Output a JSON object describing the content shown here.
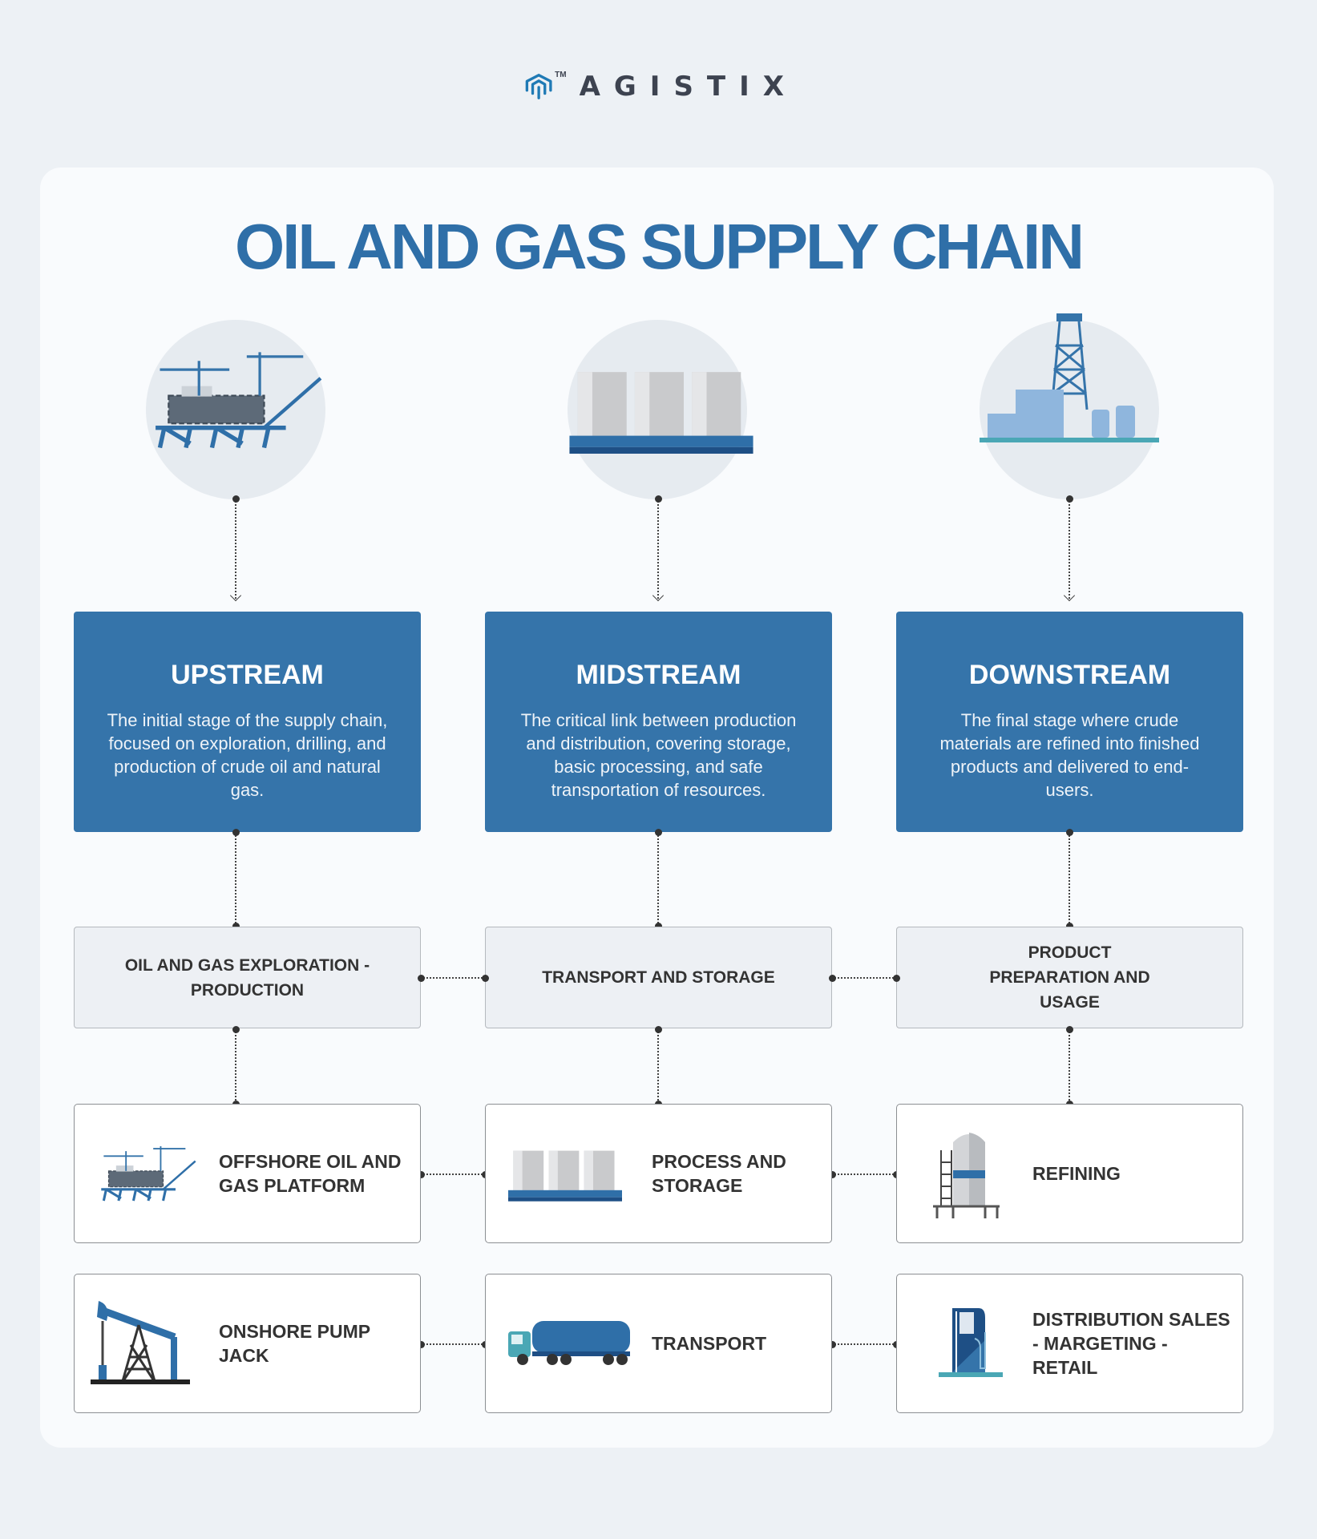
{
  "logo": {
    "text": "AGISTIX",
    "trademark": "TM"
  },
  "title": "OIL AND GAS SUPPLY CHAIN",
  "colors": {
    "primary": "#3574aa",
    "title": "#2f6fa8",
    "background": "#edf1f5"
  },
  "stages": [
    {
      "name": "UPSTREAM",
      "description": "The initial stage of the supply chain, focused on exploration, drilling, and production of crude oil and natural gas.",
      "icon": "offshore-platform-icon",
      "category": "OIL AND GAS EXPLORATION - PRODUCTION",
      "items": [
        {
          "label": "OFFSHORE OIL AND GAS PLATFORM",
          "icon": "offshore-platform-icon"
        },
        {
          "label": "ONSHORE PUMP JACK",
          "icon": "pump-jack-icon"
        }
      ]
    },
    {
      "name": "MIDSTREAM",
      "description": "The critical link between production and distribution, covering storage, basic processing, and safe transportation of resources.",
      "icon": "storage-tanks-icon",
      "category": "TRANSPORT AND STORAGE",
      "items": [
        {
          "label": "PROCESS AND STORAGE",
          "icon": "storage-tanks-icon"
        },
        {
          "label": "TRANSPORT",
          "icon": "tanker-truck-icon"
        }
      ]
    },
    {
      "name": "DOWNSTREAM",
      "description": "The final stage where crude materials are refined into finished products and delivered to end-users.",
      "icon": "refinery-icon",
      "category": "PRODUCT PREPARATION AND USAGE",
      "items": [
        {
          "label": "REFINING",
          "icon": "refining-tank-icon"
        },
        {
          "label": "DISTRIBUTION SALES - MARGETING - RETAIL",
          "icon": "fuel-pump-icon"
        }
      ]
    }
  ]
}
